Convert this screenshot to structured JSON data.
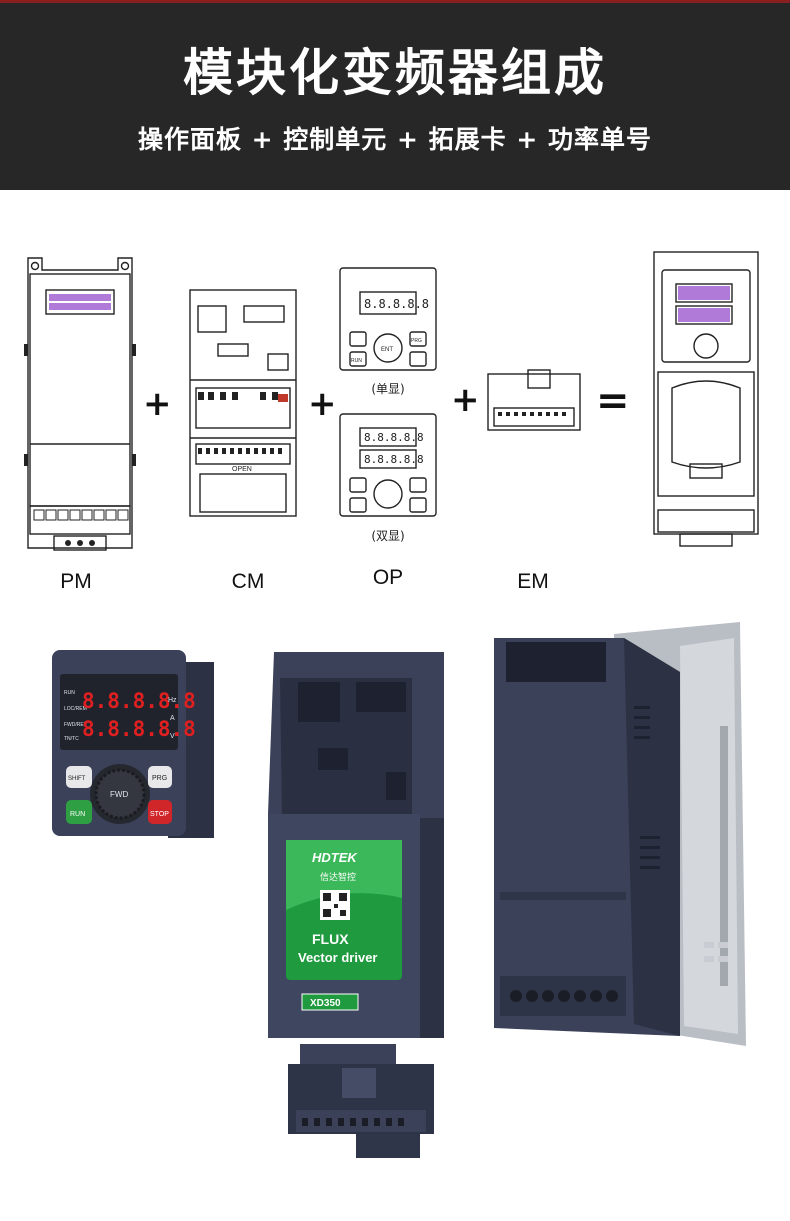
{
  "header": {
    "title": "模块化变频器组成",
    "subtitle": "操作面板 + 控制单元 + 拓展卡 + 功率单号"
  },
  "symbols": {
    "plus": "+",
    "equals": "="
  },
  "diagram": {
    "pm_label": "PM",
    "cm_label": "CM",
    "op_label": "OP",
    "em_label": "EM",
    "op_single_caption": "(单显)",
    "op_double_caption": "(双显)",
    "display_digits": "8.8.8.8.8",
    "key_run": "RUN",
    "key_ent": "ENT",
    "key_prg": "PRG",
    "cm_open_text": "OPEN"
  },
  "photo": {
    "panel": {
      "indicators": [
        "RUN",
        "LOC/REM",
        "FWD/REV",
        "TN/TC"
      ],
      "unit_labels": [
        "Hz",
        "A",
        "V"
      ],
      "digits_row1": "8.8.8.8.8",
      "digits_row2": "8.8.8.8.8",
      "key_shift": "SHIFT",
      "key_prg": "PRG",
      "key_fwd": "FWD",
      "key_run": "RUN",
      "key_stop": "STOP",
      "colors": {
        "body": "#3a4158",
        "led": "#e02020",
        "run": "#2ea043",
        "stop": "#d0262a"
      }
    },
    "control_unit": {
      "brand": "HDTEK",
      "brand_cn": "信达智控",
      "product_line1": "FLUX",
      "product_line2": "Vector driver",
      "model": "XD350",
      "colors": {
        "body": "#3a4158",
        "label": "#1f9a3e"
      }
    }
  }
}
